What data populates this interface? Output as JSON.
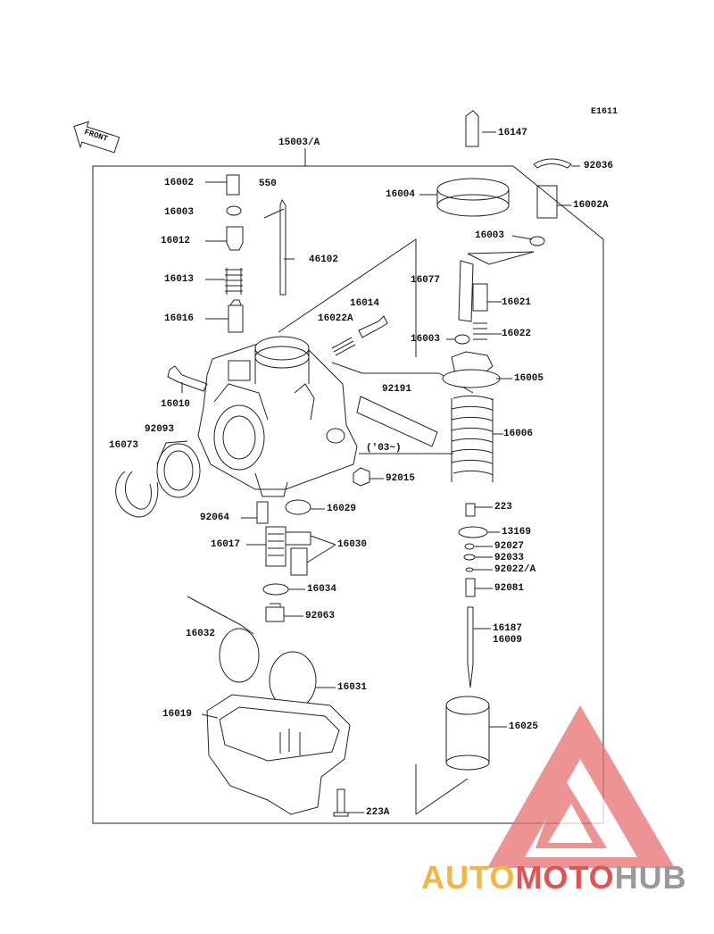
{
  "diagram_code": "E1611",
  "assembly_label": "15003/A",
  "front_marker": "FRONT",
  "year_note": "('03~)",
  "watermark": {
    "part1": "AUTO",
    "part2": "MOTO",
    "part3": "HUB"
  },
  "colors": {
    "line": "#222222",
    "watermark_red": "#e25454",
    "watermark_orange": "#f2b646",
    "watermark_gray": "#9a9a9a"
  },
  "parts": [
    "16147",
    "92036",
    "16002",
    "550",
    "16004",
    "16002A",
    "16003",
    "16012",
    "46102",
    "16003",
    "16013",
    "16077",
    "16021",
    "16014",
    "16022A",
    "16016",
    "16003",
    "16022",
    "16005",
    "92191",
    "16010",
    "92093",
    "16006",
    "16073",
    "92015",
    "16029",
    "223",
    "92064",
    "13169",
    "16017",
    "16030",
    "92027",
    "92033",
    "92022/A",
    "16034",
    "92081",
    "92063",
    "16187",
    "16009",
    "16032",
    "16031",
    "16019",
    "16025",
    "223A"
  ]
}
